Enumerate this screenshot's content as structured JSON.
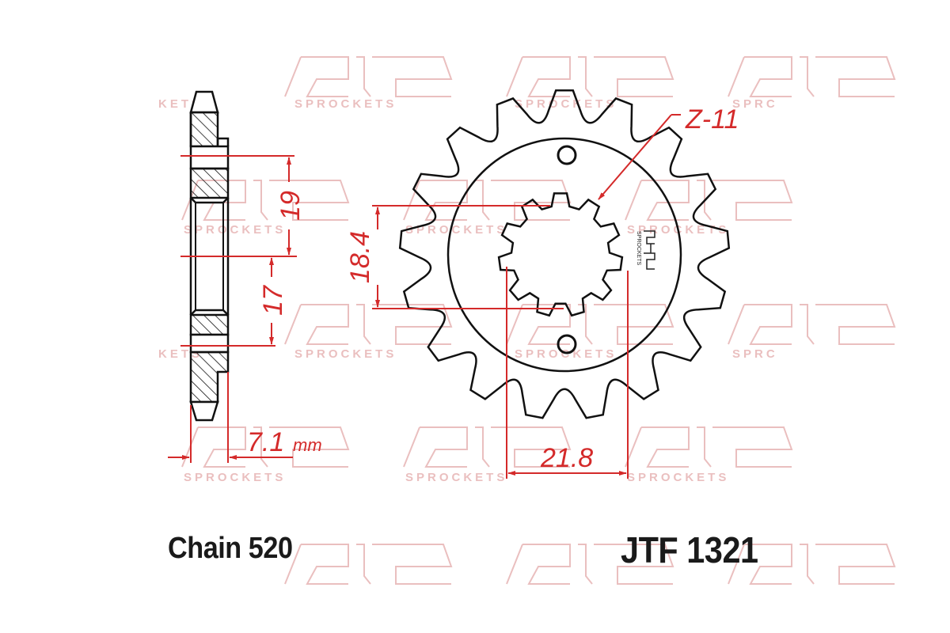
{
  "watermark": {
    "brand_text": "SPROCKETS",
    "color": "#e8b8b8",
    "registered_mark": "®"
  },
  "colors": {
    "outline": "#111111",
    "dimension": "#d42a2a",
    "background": "#ffffff"
  },
  "side_view": {
    "dimensions": {
      "upper_spline": "19",
      "lower_spline": "17",
      "thickness": "7.1",
      "thickness_unit": "mm"
    }
  },
  "front_view": {
    "teeth_count": 17,
    "dimensions": {
      "inner_minor": "18.4",
      "inner_major": "21.8",
      "spline_count": "Z-11"
    },
    "center_logo_text": "SPROCKETS"
  },
  "footer": {
    "chain": "Chain 520",
    "part_number": "JTF 1321"
  }
}
